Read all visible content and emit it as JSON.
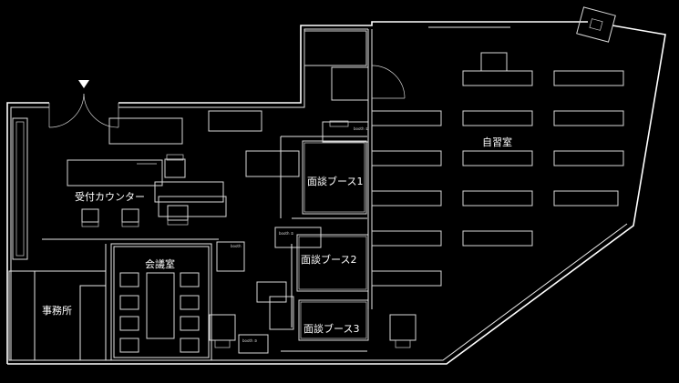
{
  "rooms": {
    "self_study": "自習室",
    "booth1": "面談ブース1",
    "booth2": "面談ブース2",
    "booth3": "面談ブース3",
    "reception": "受付カウンター",
    "meeting": "会議室",
    "office": "事務所"
  },
  "booth_tags": [
    "booth ①",
    "booth ②",
    "booth ③"
  ]
}
